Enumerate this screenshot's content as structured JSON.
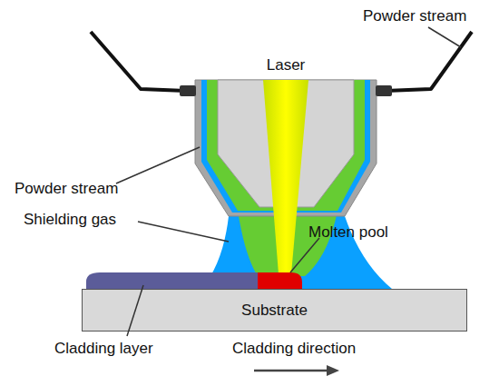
{
  "diagram": {
    "nodes": [
      {
        "text": [
          "Substrate"
        ]
      }
    ],
    "labels": [
      "Powder stream",
      "Laser",
      "Powder stream",
      "Shielding gas",
      "Molten pool",
      "Cladding layer",
      "Cladding direction"
    ]
  }
}
